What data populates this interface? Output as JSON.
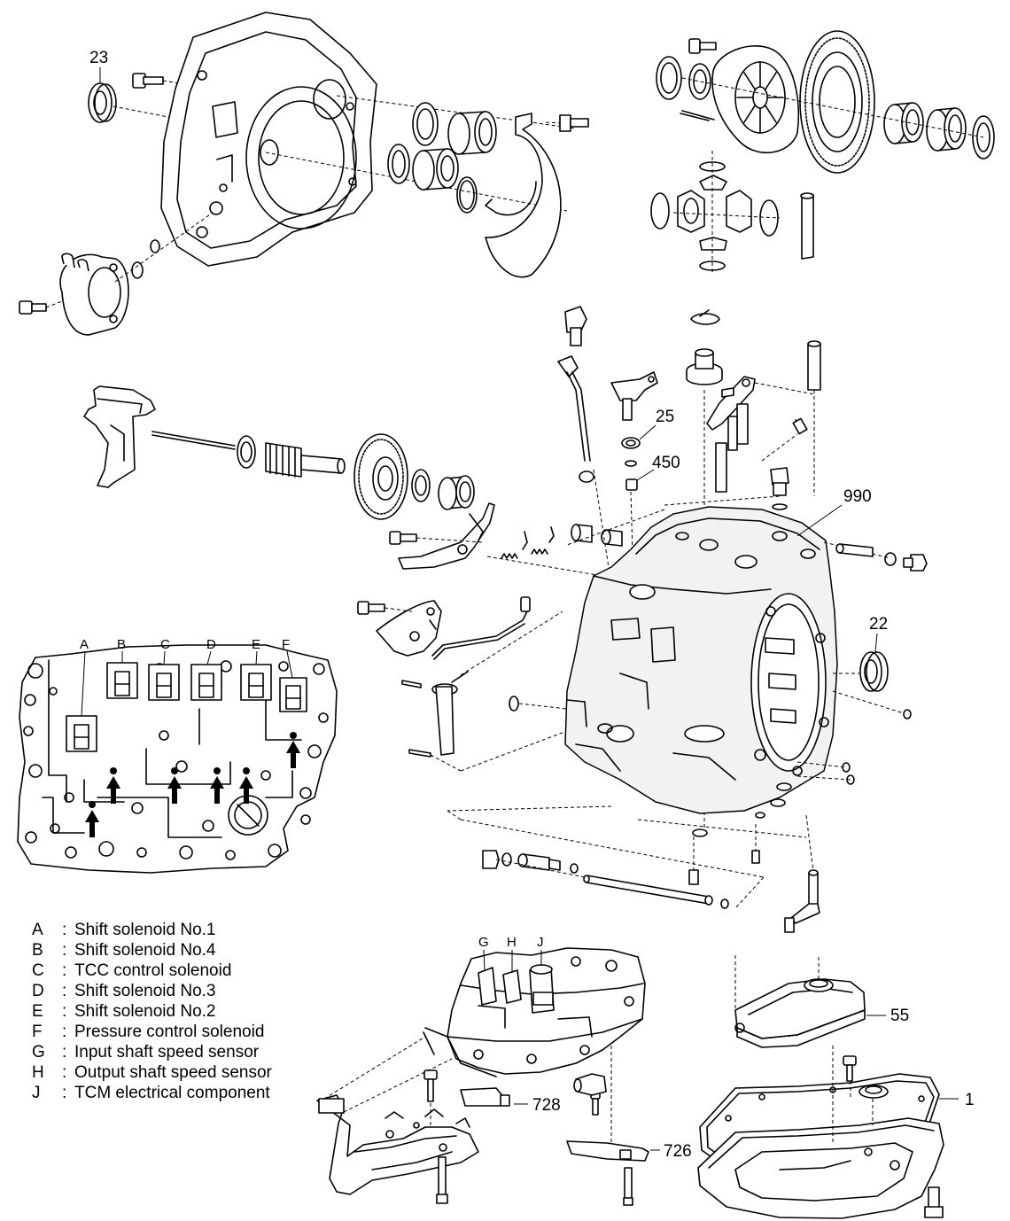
{
  "callouts": {
    "c23": "23",
    "c25": "25",
    "c450": "450",
    "c990": "990",
    "c22": "22",
    "c55": "55",
    "c1": "1",
    "c728": "728",
    "c726": "726"
  },
  "solenoid_letters": [
    "A",
    "B",
    "C",
    "D",
    "E",
    "F"
  ],
  "valve_letters": [
    "G",
    "H",
    "J"
  ],
  "legend": [
    {
      "key": "A",
      "sep": ":",
      "text": "Shift solenoid No.1"
    },
    {
      "key": "B",
      "sep": ":",
      "text": "Shift solenoid No.4"
    },
    {
      "key": "C",
      "sep": ":",
      "text": "TCC control solenoid"
    },
    {
      "key": "D",
      "sep": ":",
      "text": "Shift solenoid No.3"
    },
    {
      "key": "E",
      "sep": ":",
      "text": "Shift solenoid No.2"
    },
    {
      "key": "F",
      "sep": ":",
      "text": "Pressure control solenoid"
    },
    {
      "key": "G",
      "sep": ":",
      "text": "Input shaft speed sensor"
    },
    {
      "key": "H",
      "sep": ":",
      "text": "Output shaft speed sensor"
    },
    {
      "key": "J",
      "sep": ":",
      "text": "TCM electrical component"
    }
  ]
}
